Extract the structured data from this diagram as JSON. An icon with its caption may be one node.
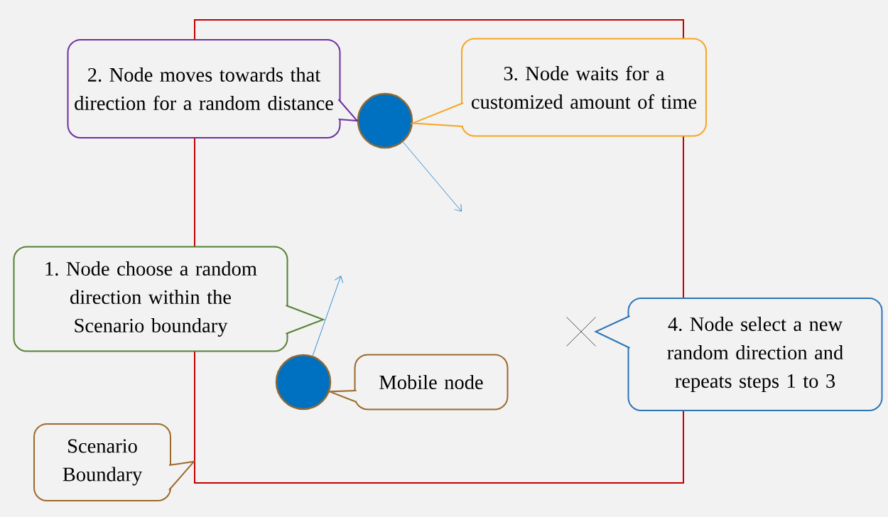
{
  "diagram": {
    "nodes": [
      {
        "text": [],
        "shape": "box"
      },
      {
        "text": [],
        "shape": "circle",
        "in": 0
      },
      {
        "text": [],
        "shape": "circle",
        "in": 0
      },
      {
        "text": [],
        "shape": "cross",
        "in": 0
      },
      {
        "text": [
          "2. Node moves towards that direction for a random distance"
        ]
      },
      {
        "text": [
          "3. Node waits for a customized amount of time"
        ]
      },
      {
        "text": [
          "1. Node choose a random direction within the Scenario boundary"
        ]
      },
      {
        "text": [
          "Mobile node"
        ],
        "in": 0
      },
      {
        "text": [
          "4. Node select a new random direction and repeats steps 1 to 3"
        ]
      },
      {
        "text": [
          "Scenario Boundary"
        ]
      }
    ],
    "edges": [
      {
        "from": 4,
        "to": 1,
        "arrow": "to",
        "color": "#7030a0"
      },
      {
        "from": 5,
        "to": 1,
        "arrow": "to",
        "color": "#f5a623"
      },
      {
        "from": 6,
        "to": null,
        "arrow": "to",
        "color": "#548235"
      },
      {
        "from": 7,
        "to": 2,
        "arrow": "to",
        "color": "#9c6a2c"
      },
      {
        "from": 8,
        "to": 3,
        "arrow": "to",
        "color": "#2e75b6"
      },
      {
        "from": 9,
        "to": 0,
        "arrow": "to",
        "color": "#9c6a2c"
      },
      {
        "from": 2,
        "to": null,
        "arrow": "to",
        "color": "#3a8fd0"
      },
      {
        "from": 1,
        "to": null,
        "arrow": "to",
        "color": "#3a8fd0"
      }
    ]
  }
}
